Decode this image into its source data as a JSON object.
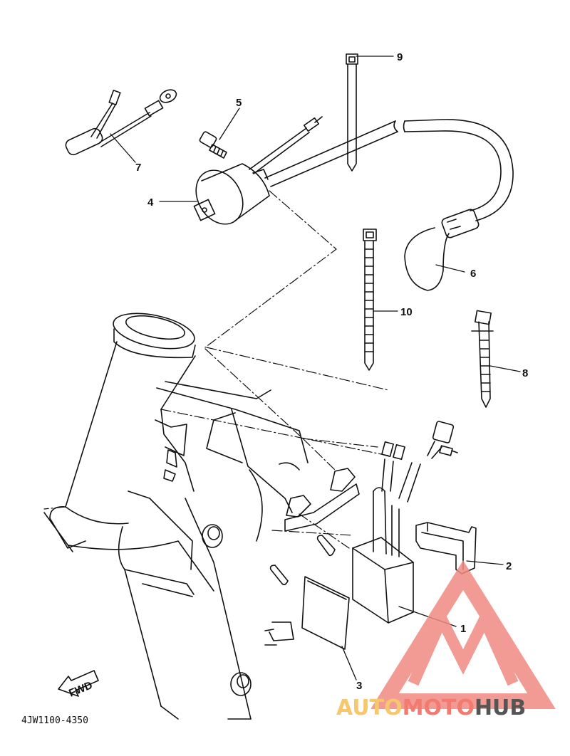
{
  "diagram": {
    "callouts": [
      {
        "id": "part-1",
        "label": "1"
      },
      {
        "id": "part-2",
        "label": "2"
      },
      {
        "id": "part-3",
        "label": "3"
      },
      {
        "id": "part-4",
        "label": "4"
      },
      {
        "id": "part-5",
        "label": "5"
      },
      {
        "id": "part-6",
        "label": "6"
      },
      {
        "id": "part-7",
        "label": "7"
      },
      {
        "id": "part-8",
        "label": "8"
      },
      {
        "id": "part-9",
        "label": "9"
      },
      {
        "id": "part-10",
        "label": "10"
      }
    ],
    "fwd_label": "FWD",
    "code": "4JW1100-4350"
  },
  "watermark": {
    "part1": "AUTO",
    "part2": "MOTO",
    "part3": "HUB",
    "color_auto": "#f6c76c",
    "color_moto": "#f27a6f",
    "color_hub": "#555555",
    "logo_color": "#f08a82"
  }
}
